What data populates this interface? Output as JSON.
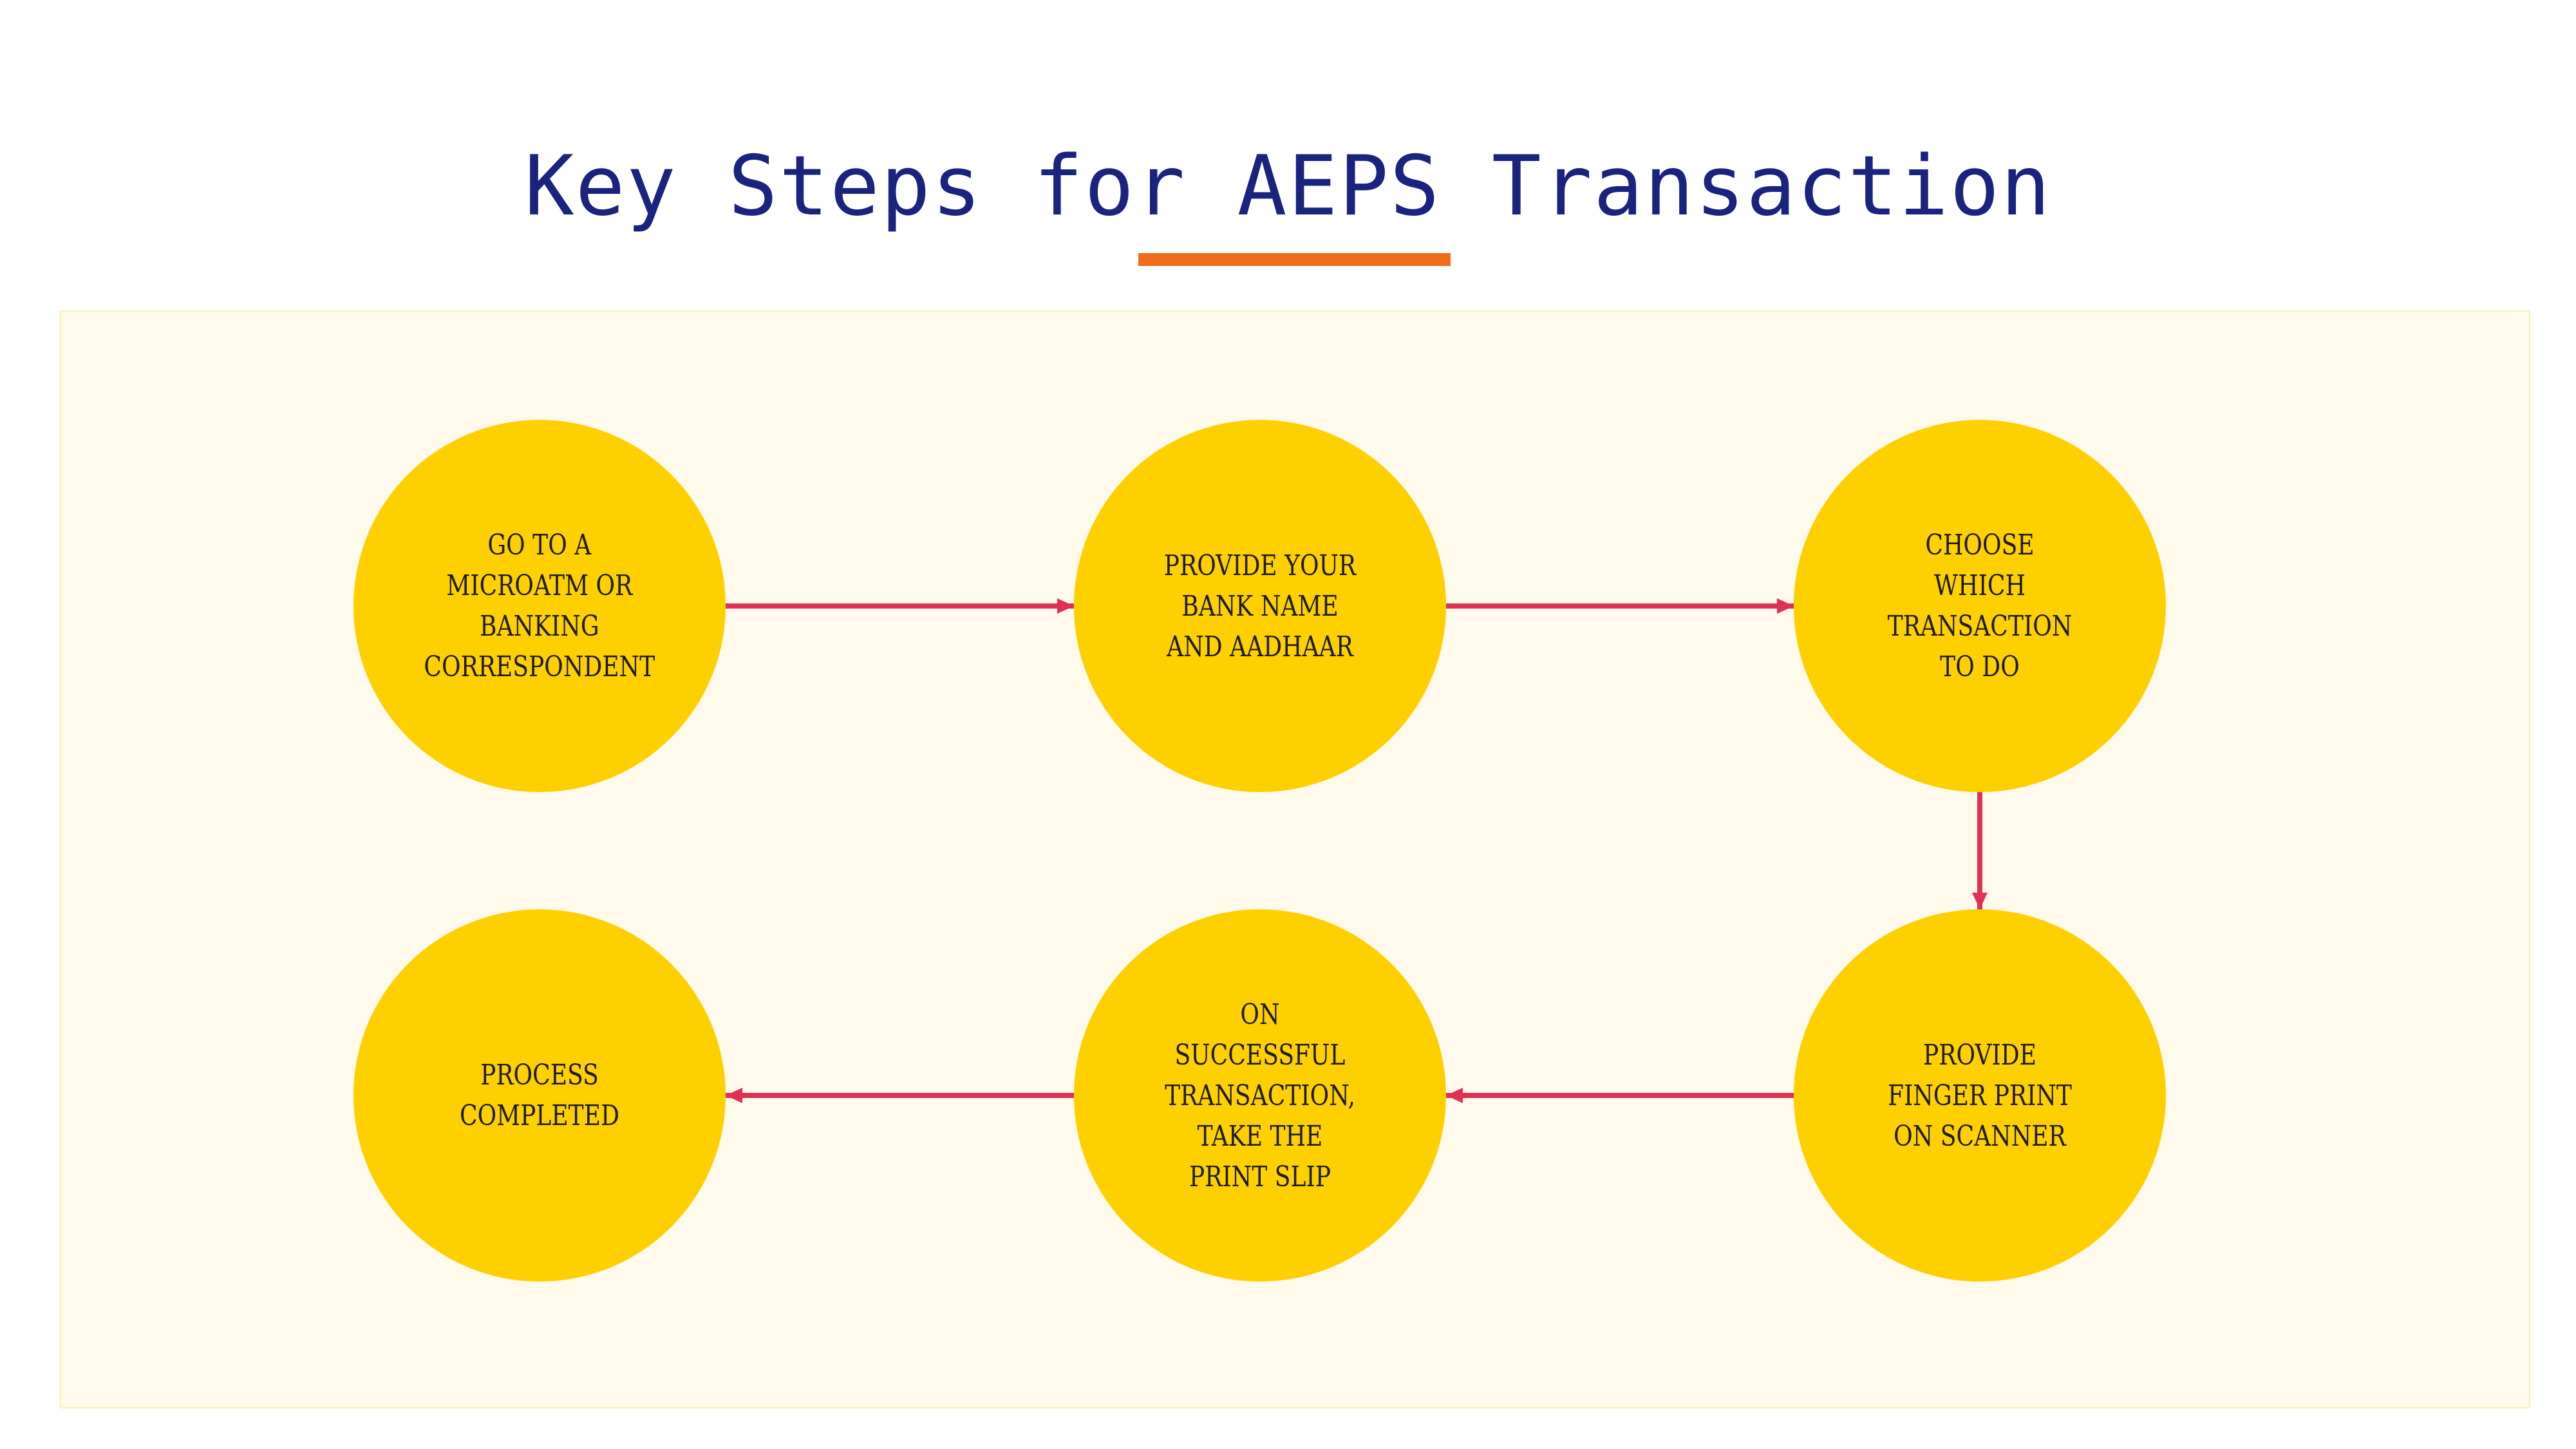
{
  "title": "Key Steps for AEPS Transaction",
  "colors": {
    "title": "#1a237e",
    "underline": "#ef6c1a",
    "panel_background": "#fffaec",
    "step_fill": "#fed000",
    "arrow": "#e03155"
  },
  "steps": [
    {
      "label": "GO TO A MICROATM OR BANKING CORRESPONDENT"
    },
    {
      "label": "PROVIDE YOUR BANK NAME AND AADHAAR"
    },
    {
      "label": "CHOOSE WHICH TRANSACTION TO DO"
    },
    {
      "label": "PROVIDE FINGER PRINT ON SCANNER"
    },
    {
      "label": "ON SUCCESSFUL TRANSACTION, TAKE THE PRINT SLIP"
    },
    {
      "label": "PROCESS COMPLETED"
    }
  ],
  "connections": [
    {
      "from": 1,
      "to": 2
    },
    {
      "from": 2,
      "to": 3
    },
    {
      "from": 3,
      "to": 4
    },
    {
      "from": 4,
      "to": 5
    },
    {
      "from": 5,
      "to": 6
    }
  ]
}
